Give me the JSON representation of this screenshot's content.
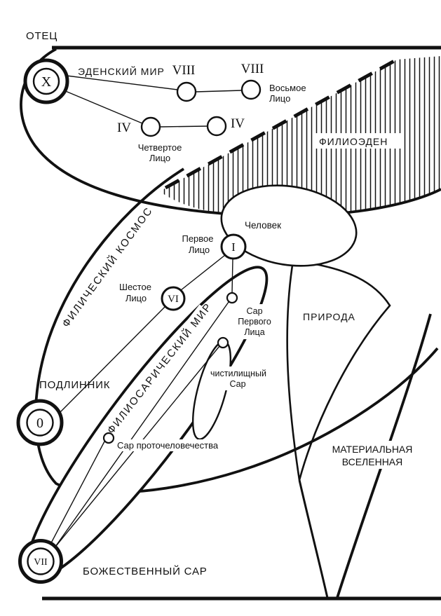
{
  "colors": {
    "ink": "#111111",
    "paper": "#ffffff"
  },
  "top": {
    "father": "ОТЕЦ",
    "eden_world": "ЭДЕНСКИЙ МИР",
    "philioeden": "ФИЛИОЭДЕН",
    "x_node": "X",
    "viii_left": "VIII",
    "viii_right": "VIII",
    "iv_left": "IV",
    "iv_right": "IV",
    "eighth_face": [
      "Восьмое",
      "Лицо"
    ],
    "fourth_face": [
      "Четвертое",
      "Лицо"
    ]
  },
  "middle": {
    "human": "Человек",
    "philic_cosmos": "ФИЛИЧЕСКИЙ КОСМОС",
    "i_node": "I",
    "vi_node": "VI",
    "first_face": [
      "Первое",
      "Лицо"
    ],
    "sixth_face": [
      "Шестое",
      "Лицо"
    ],
    "nature": "ПРИРОДА",
    "philiosaric_world": "ФИЛИОСАРИЧЕСКИЙ МИР",
    "sar_first_face": [
      "Сар",
      "Первого",
      "Лица"
    ],
    "purgatory_sar": [
      "чистилищный",
      "Сар"
    ]
  },
  "bottom": {
    "original": "ПОДЛИННИК",
    "zero_node": "0",
    "vii_node": "VII",
    "sar_protohumanity": "Сар проточеловечества",
    "material_universe": [
      "МАТЕРИАЛЬНАЯ",
      "ВСЕЛЕННАЯ"
    ],
    "divine_sar": "БОЖЕСТВЕННЫЙ САР"
  }
}
